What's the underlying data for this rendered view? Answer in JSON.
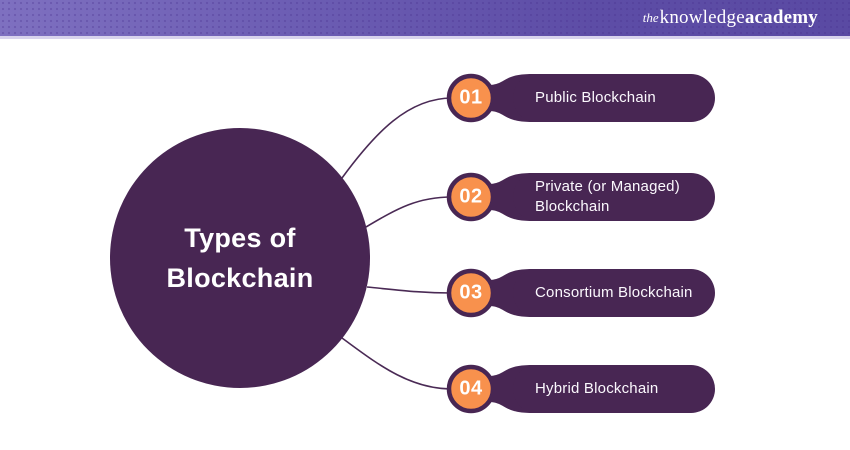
{
  "header": {
    "logo": {
      "the": "the",
      "knowledge": "knowledge",
      "academy": "academy"
    },
    "bar_gradient_left": "#7e70c0",
    "bar_gradient_right": "#5a4aa3",
    "strip_color": "#d8d3ed"
  },
  "diagram": {
    "title_line1": "Types of",
    "title_line2": "Blockchain",
    "center_circle_color": "#482653",
    "pill_color": "#482653",
    "accent_orange": "#f8914d",
    "connector_color": "#4a2a55",
    "text_color": "#ffffff",
    "items": [
      {
        "number": "01",
        "label": "Public Blockchain"
      },
      {
        "number": "02",
        "label": "Private (or Managed) Blockchain"
      },
      {
        "number": "03",
        "label": "Consortium Blockchain"
      },
      {
        "number": "04",
        "label": "Hybrid Blockchain"
      }
    ]
  }
}
